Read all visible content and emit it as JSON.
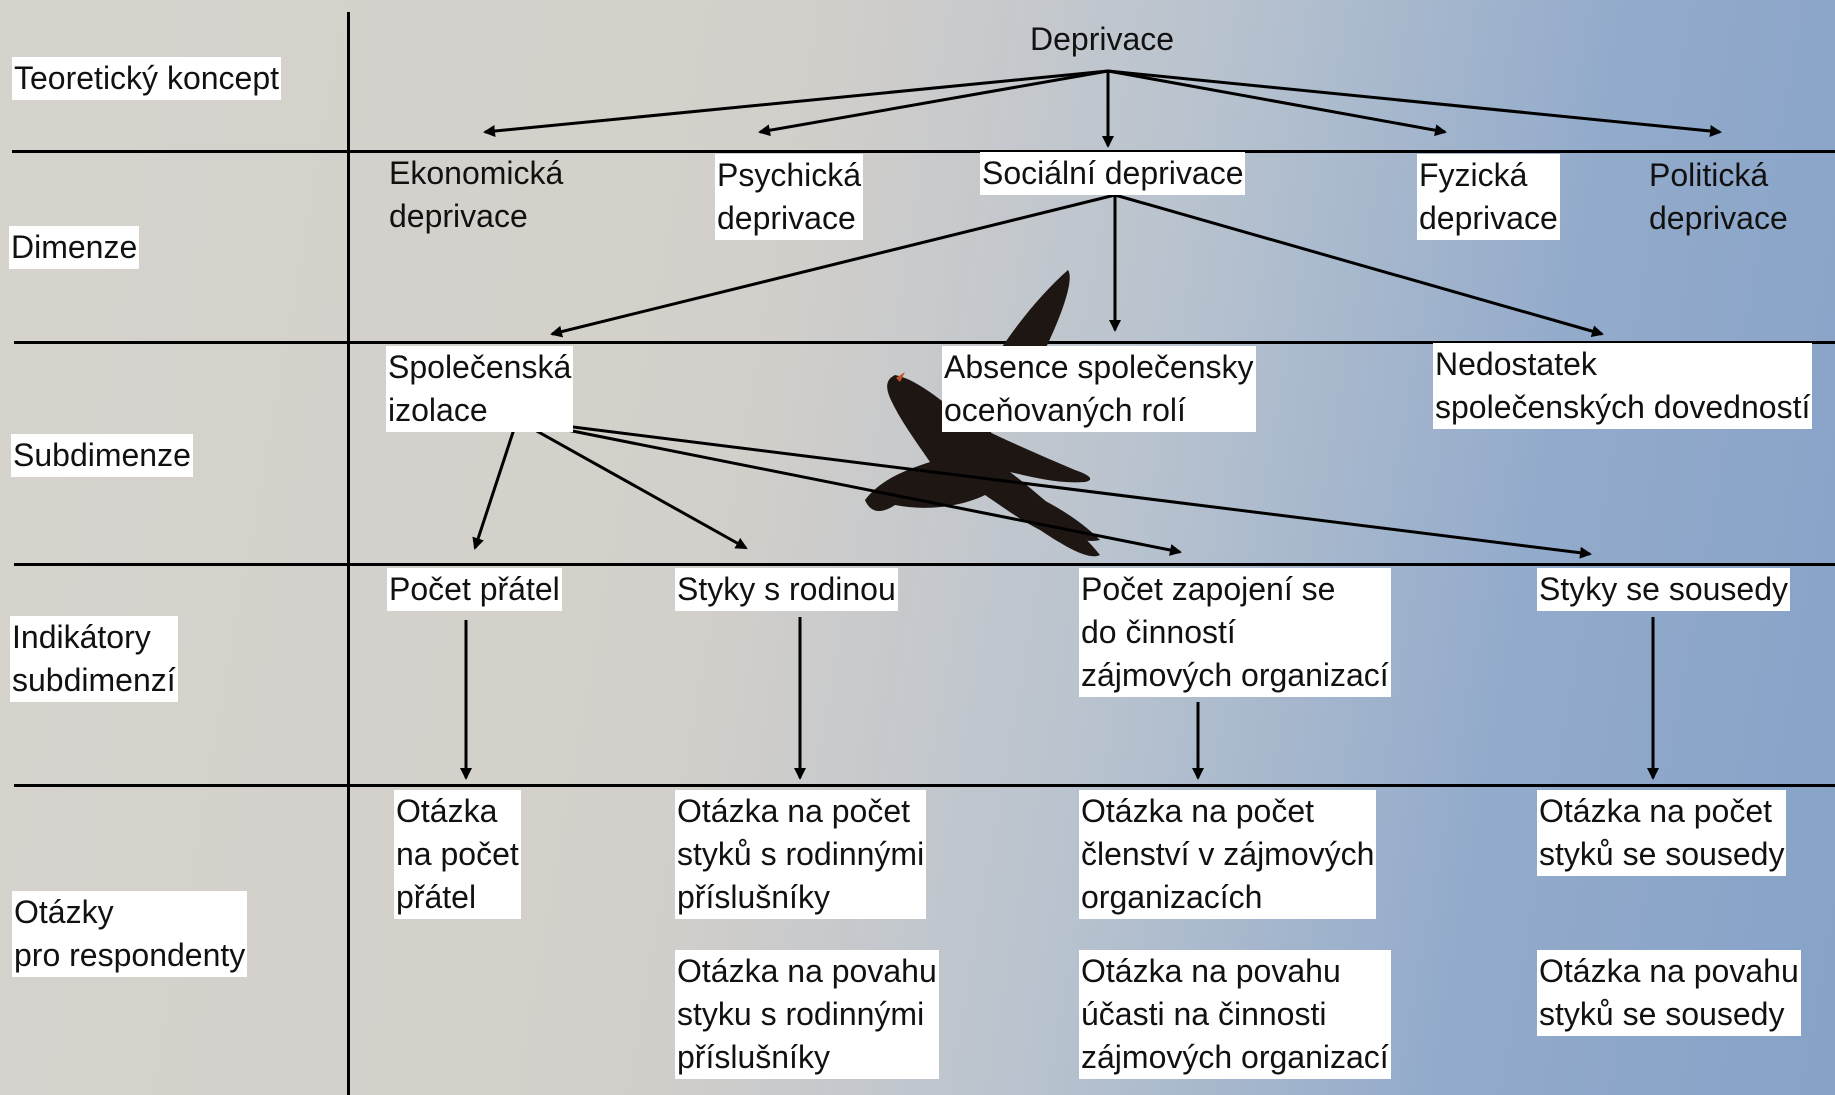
{
  "rows": {
    "teoreticky": "Teoretický koncept",
    "dimenze": "Dimenze",
    "subdimenze": "Subdimenze",
    "indikatory": "Indikátory\nsubdimenzí",
    "otazky": "Otázky\npro respondenty"
  },
  "concept": "Deprivace",
  "dimensions": {
    "ekonomicka": "Ekonomická\ndeprivace",
    "psychicka": "Psychická\ndeprivace",
    "socialni": "Sociální deprivace",
    "fyzicka": "Fyzická\ndeprivace",
    "politicka": "Politická\ndeprivace"
  },
  "subdimensions": {
    "izolace": "Společenská\nizolace",
    "absence": "Absence společensky\noceňovaných rolí",
    "nedostatek": "Nedostatek\nspolečenských dovedností"
  },
  "indicators": {
    "pratele": "Počet přátel",
    "rodina": "Styky s rodinou",
    "zapojeni": "Počet zapojení se\ndo činností\nzájmových organizací",
    "sousedy": "Styky se sousedy"
  },
  "questions": {
    "q_pratele": "Otázka\nna počet\npřátel",
    "q_rodina_pocet": "Otázka na počet\nstyků s rodinnými\npříslušníky",
    "q_rodina_povaha": "Otázka na povahu\nstyku s rodinnými\npříslušníky",
    "q_org_pocet": "Otázka na počet\nčlenství v zájmových\norganizacích",
    "q_org_povaha": "Otázka na povahu\núčasti na činnosti\nzájmových organizací",
    "q_sousedy_pocet": "Otázka na počet\nstyků se sousedy",
    "q_sousedy_povaha": "Otázka na povahu\nstyků se sousedy"
  }
}
